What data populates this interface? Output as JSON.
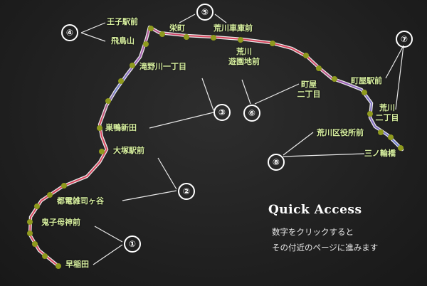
{
  "sections": [
    "①",
    "②",
    "③",
    "④",
    "⑤",
    "⑥",
    "⑦",
    "⑧"
  ],
  "stations": {
    "waseda": "早稲田",
    "kishimojinmae": "鬼子母神前",
    "toden_zoshigaya": "都電雑司ヶ谷",
    "otsuka_ekimae": "大塚駅前",
    "sugamo_shinden": "巣鴨新田",
    "takinogawa_itchome": "滝野川一丁目",
    "asukayama": "飛鳥山",
    "oji_ekimae": "王子駅前",
    "sakaecho": "栄町",
    "arakawa_shako_mae": "荒川車庫前",
    "arakawa_yuenchi_line1": "荒川",
    "arakawa_yuenchi_line2": "遊園地前",
    "machiya_nichome_line1": "町屋",
    "machiya_nichome_line2": "二丁目",
    "machiya_ekimae": "町屋駅前",
    "arakawa_nichome_line1": "荒川",
    "arakawa_nichome_line2": "二丁目",
    "arakawa_kuyakushomae": "荒川区役所前",
    "minowabashi": "三ノ輪橋"
  },
  "quick_access": {
    "title": "Quick Access",
    "line1": "数字をクリックすると",
    "line2": "その付近のページに進みます"
  },
  "colors": {
    "route_outer": "#e8e8e8",
    "route_inner_red": "#d9475f",
    "route_inner_blue": "#6f7fcf",
    "route_inner_purple": "#9b5fb8",
    "stop_dot": "#8f9a1e",
    "label_text": "#d8f0a0",
    "background": "#222222"
  }
}
